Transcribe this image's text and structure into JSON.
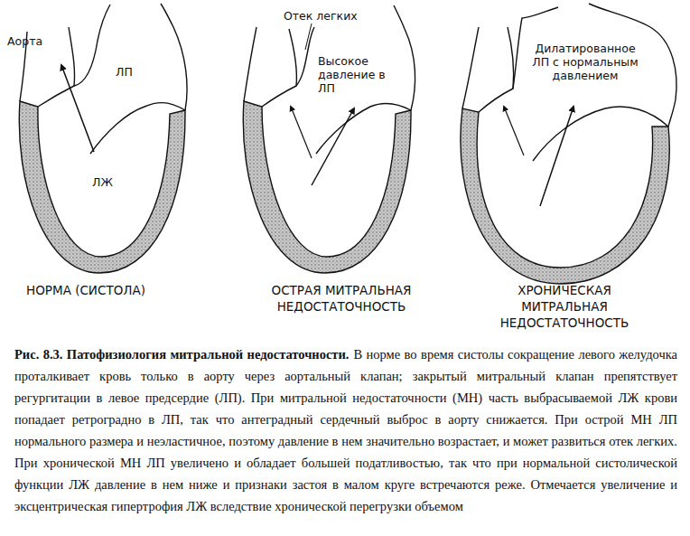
{
  "diagram": {
    "title": "Рис. 8.3. Патофизиология митральной недостаточности.",
    "caption": "В норме во время систолы сокращение левого желудочка проталкивает кровь только в аорту через аортальный клапан; закрытый митральный клапан препятствует регургитации в левое предсердие (ЛП). При митральной недостаточности (МН) часть выбрасываемой ЛЖ крови попадает ретроградно в ЛП, так что антеградный сердечный выброс в аорту снижается. При острой МН ЛП нормального размера и неэластичное, поэтому давление в нем значительно возрастает, и может развиться отек легких. При хронической МН ЛП увеличено и обладает большей податливостью, так что при нормальной систолической функции ЛЖ давление в нем ниже и признаки застоя в малом круге встречаются реже. Отмечается увеличение и эксцентрическая гипертрофия ЛЖ вследствие хронической перегрузки объемом",
    "labels": [
      "Аорта",
      "ЛП",
      "ЛЖ",
      "Отек легких",
      "Высокое давление в ЛП",
      "Дилатированное ЛП с нормальным давлением",
      "НОРМА (СИСТОЛА)",
      "ОСТРАЯ МИТРАЛЬНАЯ НЕДОСТАТОЧНОСТЬ",
      "ХРОНИЧЕСКАЯ МИТРАЛЬНАЯ НЕДОСТАТОЧНОСТЬ"
    ]
  }
}
